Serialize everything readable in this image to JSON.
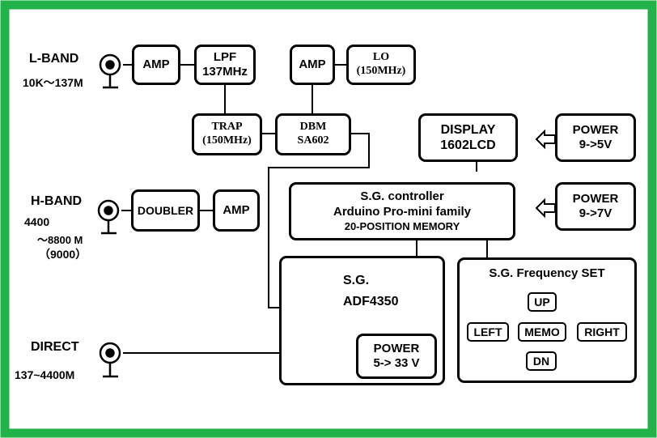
{
  "colors": {
    "frame": "#21b24a",
    "ink": "#000000",
    "background": "#ffffff"
  },
  "inputs": {
    "l_band": {
      "name": "L-BAND",
      "range": "10K～137M"
    },
    "h_band": {
      "name": "H-BAND",
      "range_line1": "4400",
      "range_line2": "～8800 M",
      "range_line3": "（9000）"
    },
    "direct": {
      "name": "DIRECT",
      "range": "137~4400M"
    }
  },
  "blocks": {
    "amp_lband": "AMP",
    "lpf": {
      "line1": "LPF",
      "line2": "137MHz"
    },
    "amp_lo": "AMP",
    "lo": {
      "line1": "LO",
      "line2": "(150MHz)"
    },
    "trap": {
      "line1": "TRAP",
      "line2": "(150MHz)"
    },
    "dbm": {
      "line1": "DBM",
      "line2": "SA602"
    },
    "display": {
      "line1": "DISPLAY",
      "line2": "1602LCD"
    },
    "power_display": {
      "line1": "POWER",
      "line2": "9->5V"
    },
    "doubler": "DOUBLER",
    "amp_hband": "AMP",
    "controller": {
      "line1": "S.G. controller",
      "line2": "Arduino Pro-mini family",
      "line3": "20-POSITION MEMORY"
    },
    "power_controller": {
      "line1": "POWER",
      "line2": "9->7V"
    },
    "sg": {
      "line1": "S.G.",
      "line2": "ADF4350"
    },
    "power_sg": {
      "line1": "POWER",
      "line2": "5-> 33 V"
    },
    "freq_set": {
      "title": "S.G. Frequency SET",
      "up": "UP",
      "left": "LEFT",
      "memo": "MEMO",
      "right": "RIGHT",
      "dn": "DN"
    }
  }
}
